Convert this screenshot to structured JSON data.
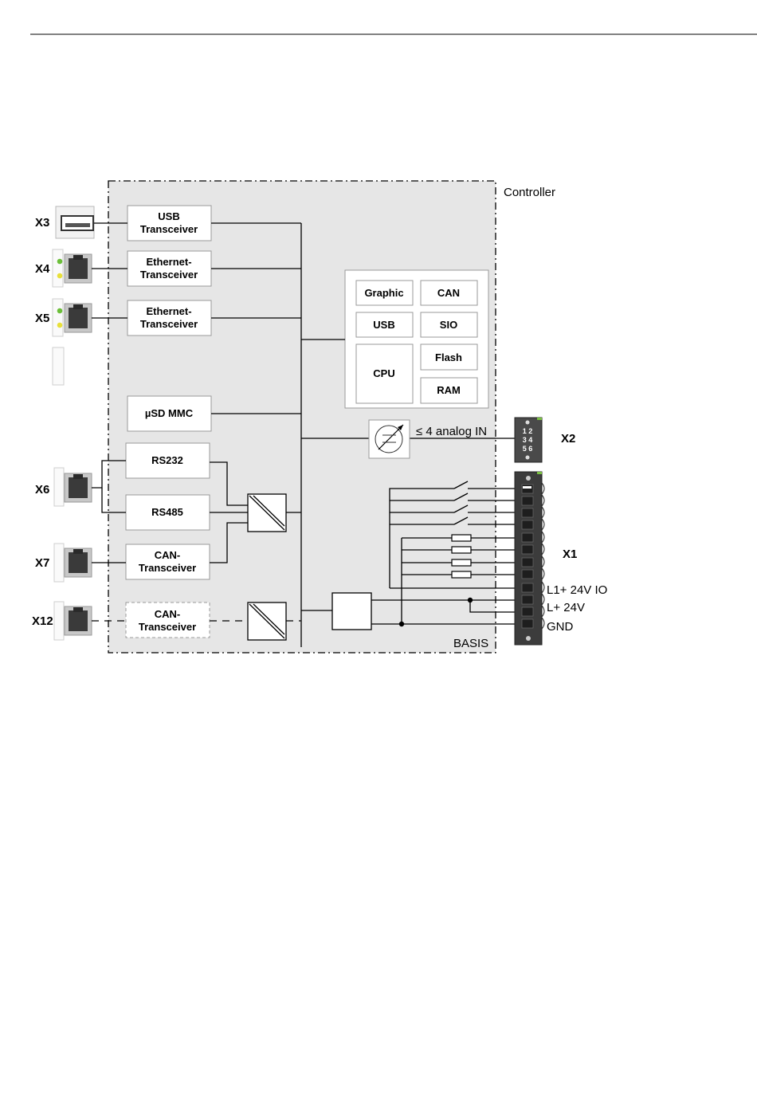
{
  "diagram": {
    "region_controller": "Controller",
    "region_basis": "BASIS",
    "connectors": {
      "x3": "X3",
      "x4": "X4",
      "x5": "X5",
      "x6": "X6",
      "x7": "X7",
      "x12": "X12",
      "x2": "X2",
      "x1": "X1"
    },
    "blocks": {
      "usb_transceiver": [
        "USB",
        "Transceiver"
      ],
      "eth_transceiver_1": [
        "Ethernet-",
        "Transceiver"
      ],
      "eth_transceiver_2": [
        "Ethernet-",
        "Transceiver"
      ],
      "usd_mmc": "µSD MMC",
      "rs232": "RS232",
      "rs485": "RS485",
      "can_transceiver": [
        "CAN-",
        "Transceiver"
      ],
      "can_transceiver_2": [
        "CAN-",
        "Transceiver"
      ]
    },
    "cpu_module": {
      "graphic": "Graphic",
      "can": "CAN",
      "usb": "USB",
      "sio": "SIO",
      "cpu": "CPU",
      "flash": "Flash",
      "ram": "RAM"
    },
    "analog_label": "≤ 4 analog IN",
    "x2_pins": [
      "1 2",
      "3 4",
      "5 6"
    ],
    "power_labels": {
      "l1": "L1+ 24V IO",
      "l": "L+ 24V",
      "gnd": "GND"
    }
  }
}
